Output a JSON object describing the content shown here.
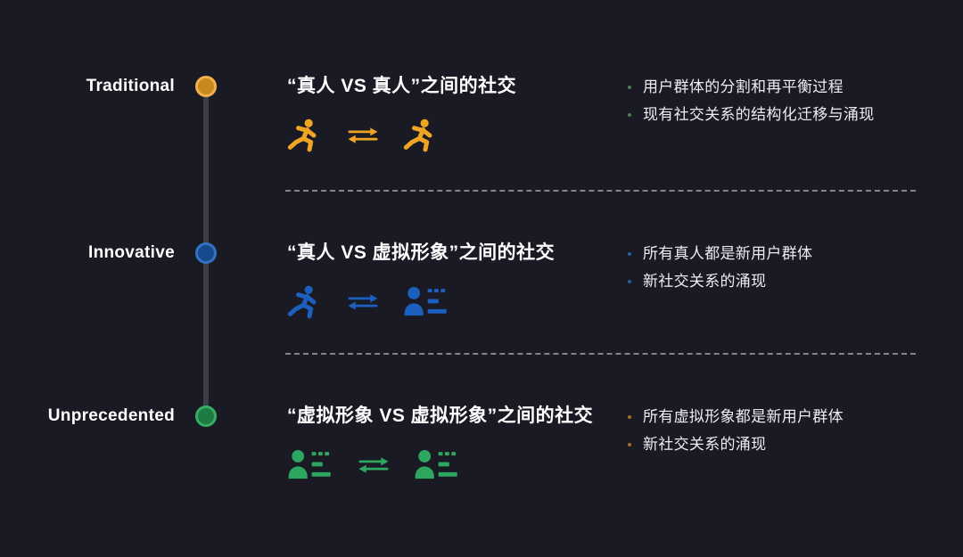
{
  "page": {
    "background": "#191A23"
  },
  "timeline": {
    "line_color": "#3C3D47"
  },
  "separator_color": "#83848C",
  "text_colors": {
    "label": "#FFFFFF",
    "heading": "#FFFFFF",
    "bullet_text": "#EDEDF0"
  },
  "rows": [
    {
      "label": "Traditional",
      "heading": "“真人 VS 真人”之间的社交",
      "icons": [
        "runner-icon",
        "exchange-arrows-icon",
        "runner-icon"
      ],
      "bullets": [
        "用户群体的分割和再平衡过程",
        "现有社交关系的结构化迁移与涌现"
      ],
      "colors": {
        "accent": "#EFA523",
        "dot_fill": "#C9881C",
        "dot_ring": "#F2B14C",
        "bullet": "#4E7A58"
      }
    },
    {
      "label": "Innovative",
      "heading": "“真人 VS 虚拟形象”之间的社交",
      "icons": [
        "runner-icon",
        "exchange-arrows-icon",
        "avatar-list-icon"
      ],
      "bullets": [
        "所有真人都是新用户群体",
        "新社交关系的涌现"
      ],
      "colors": {
        "accent": "#1D5FBE",
        "dot_fill": "#17498D",
        "dot_ring": "#3273C4",
        "bullet": "#2B5A9E"
      }
    },
    {
      "label": "Unprecedented",
      "heading": "“虚拟形象 VS 虚拟形象”之间的社交",
      "icons": [
        "avatar-list-icon",
        "exchange-arrows-icon",
        "avatar-list-icon"
      ],
      "bullets": [
        "所有虚拟形象都是新用户群体",
        "新社交关系的涌现"
      ],
      "colors": {
        "accent": "#2DA660",
        "dot_fill": "#1D7C41",
        "dot_ring": "#37AD63",
        "bullet": "#9E7030"
      }
    }
  ]
}
